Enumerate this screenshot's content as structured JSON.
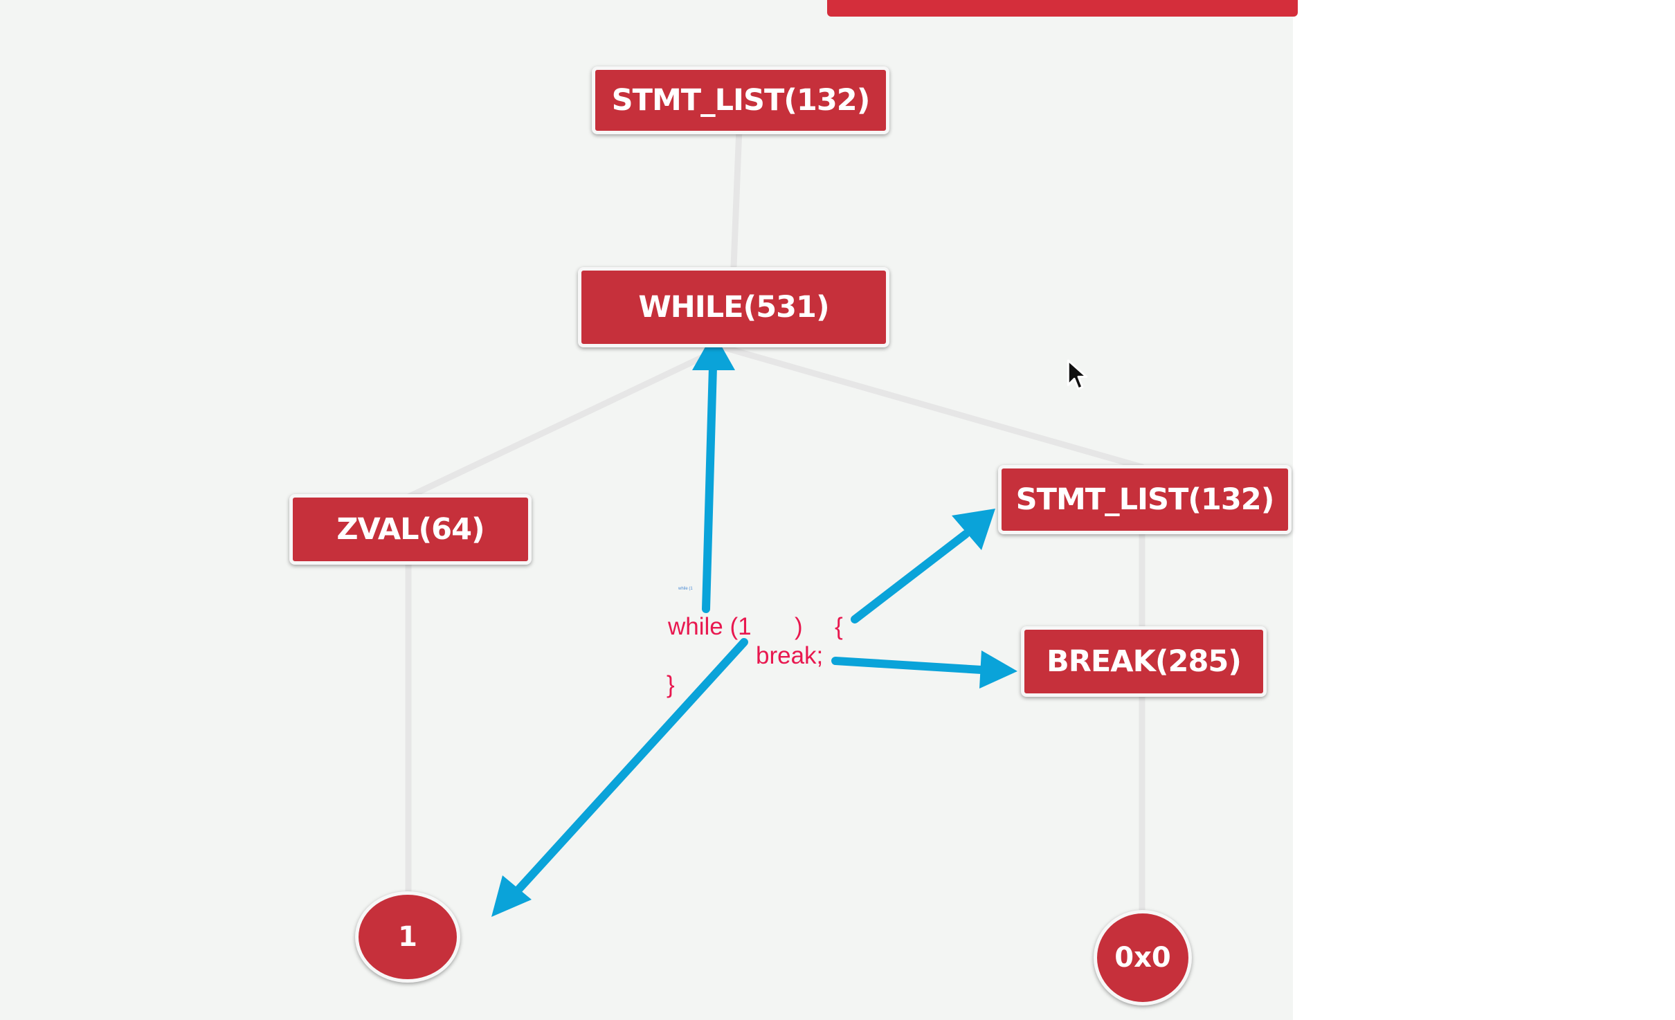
{
  "diagram": {
    "nodes": {
      "stmt_list_root": "STMT_LIST(132)",
      "while_node": "WHILE(531)",
      "zval_node": "ZVAL(64)",
      "stmt_list_child": "STMT_LIST(132)",
      "break_node": "BREAK(285)",
      "literal_one": "1",
      "null_child": "0x0"
    },
    "code": {
      "while_keyword": "while (1",
      "close_paren": ")",
      "open_brace": "{",
      "break_stmt": "break;",
      "close_brace": "}"
    },
    "tiny_note": "while (1"
  },
  "colors": {
    "node_fill": "#c6303b",
    "node_border": "#f7f7f7",
    "edge": "#e6e6e6",
    "arrow": "#0aa3d9",
    "code_text": "#e8184f",
    "background": "#f3f5f3"
  },
  "icons": {
    "cursor": "mouse-pointer-icon"
  }
}
